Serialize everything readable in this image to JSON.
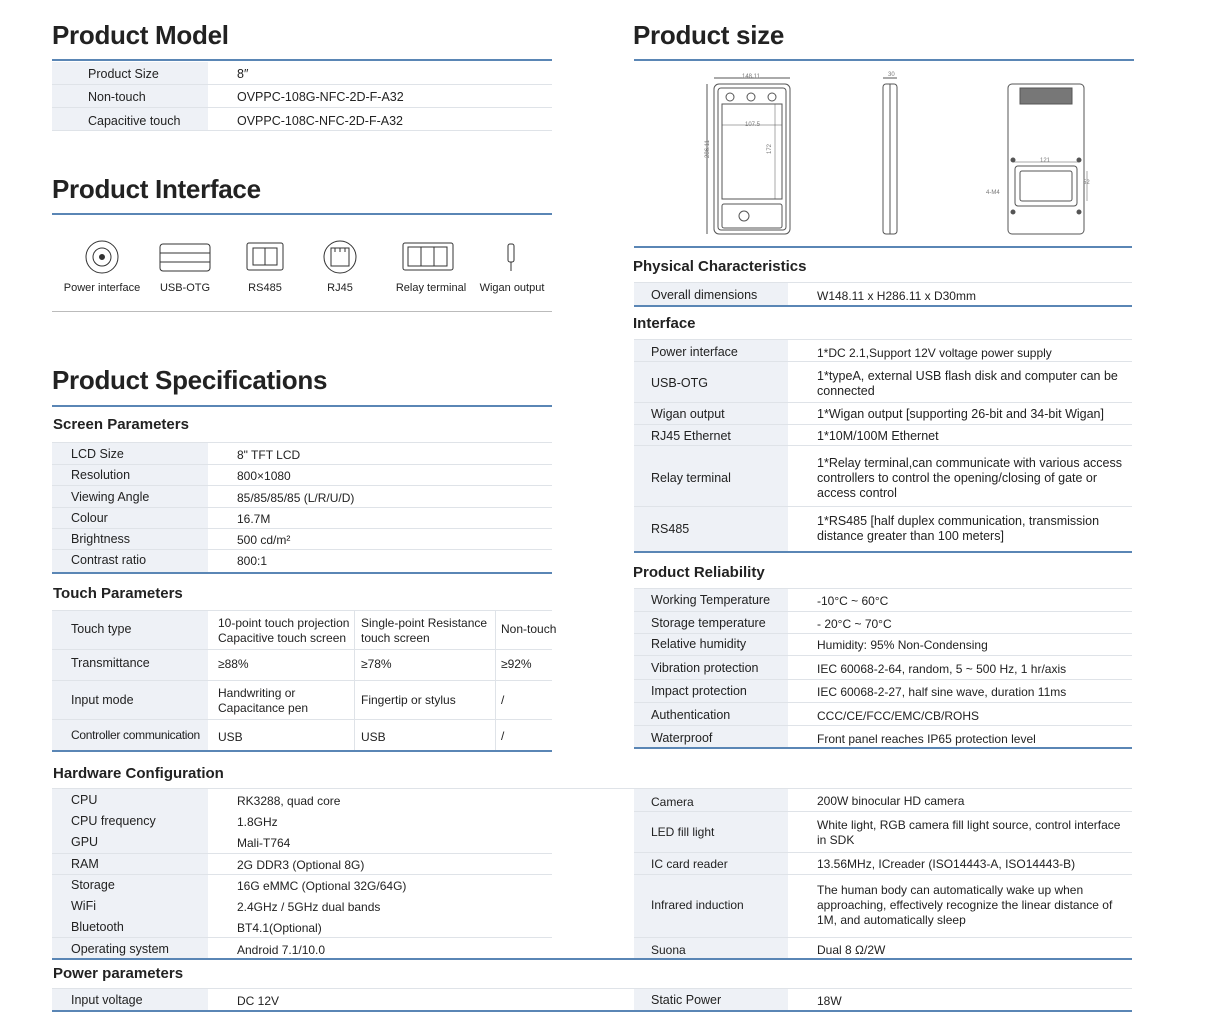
{
  "model": {
    "title": "Product Model",
    "rows": [
      {
        "label": "Product Size",
        "value": "8″"
      },
      {
        "label": "Non-touch",
        "value": "OVPPC-108G-NFC-2D-F-A32"
      },
      {
        "label": "Capacitive touch",
        "value": "OVPPC-108C-NFC-2D-F-A32"
      }
    ]
  },
  "interface_title": "Product Interface",
  "interfaces": [
    {
      "label": "Power interface",
      "icon": "power-port-icon"
    },
    {
      "label": "USB-OTG",
      "icon": "usb-port-icon"
    },
    {
      "label": "RS485",
      "icon": "rs485-port-icon"
    },
    {
      "label": "RJ45",
      "icon": "rj45-port-icon"
    },
    {
      "label": "Relay terminal",
      "icon": "relay-terminal-icon"
    },
    {
      "label": "Wigan output",
      "icon": "wigan-output-icon"
    }
  ],
  "spec_title": "Product Specifications",
  "screen": {
    "title": "Screen Parameters",
    "rows": [
      {
        "label": "LCD Size",
        "value": "8\" TFT LCD"
      },
      {
        "label": "Resolution",
        "value": "800×1080"
      },
      {
        "label": "Viewing Angle",
        "value": "85/85/85/85 (L/R/U/D)"
      },
      {
        "label": "Colour",
        "value": "16.7M"
      },
      {
        "label": "Brightness",
        "value": "500 cd/m²"
      },
      {
        "label": "Contrast ratio",
        "value": "800:1"
      }
    ]
  },
  "touch": {
    "title": "Touch Parameters",
    "rows": [
      {
        "label": "Touch type",
        "c1": "10-point touch projection Capacitive touch screen",
        "c2": "Single-point Resistance touch screen",
        "c3": "Non-touch"
      },
      {
        "label": "Transmittance",
        "c1": "≥88%",
        "c2": "≥78%",
        "c3": "≥92%"
      },
      {
        "label": "Input mode",
        "c1": "Handwriting or Capacitance pen",
        "c2": "Fingertip or stylus",
        "c3": "/"
      },
      {
        "label": "Controller communication",
        "c1": "USB",
        "c2": "USB",
        "c3": "/"
      }
    ]
  },
  "hardware": {
    "title": "Hardware Configuration",
    "left": [
      {
        "label": "CPU",
        "value": "RK3288, quad core"
      },
      {
        "label": "CPU frequency",
        "value": "1.8GHz"
      },
      {
        "label": "GPU",
        "value": "Mali-T764"
      },
      {
        "label": "RAM",
        "value": "2G DDR3 (Optional 8G)"
      },
      {
        "label": "Storage",
        "value": "16G eMMC (Optional 32G/64G)"
      },
      {
        "label": "WiFi",
        "value": "2.4GHz / 5GHz dual bands"
      },
      {
        "label": "Bluetooth",
        "value": "BT4.1(Optional)"
      },
      {
        "label": "Operating system",
        "value": "Android 7.1/10.0"
      }
    ],
    "right": [
      {
        "label": "Camera",
        "value": "200W binocular HD camera"
      },
      {
        "label": "LED fill light",
        "value": "White light, RGB camera fill light source, control interface in SDK"
      },
      {
        "label": "IC card reader",
        "value": "13.56MHz, ICreader (ISO14443-A, ISO14443-B)"
      },
      {
        "label": "Infrared induction",
        "value": "The human body can automatically wake up when approaching, effectively recognize the linear distance of 1M, and automatically sleep"
      },
      {
        "label": "Suona",
        "value": "Dual 8 Ω/2W"
      }
    ]
  },
  "power": {
    "title": "Power parameters",
    "input_label": "Input voltage",
    "input_value": "DC 12V",
    "static_label": "Static Power",
    "static_value": "18W"
  },
  "size": {
    "title": "Product size",
    "dims": {
      "width": "148.11",
      "depth": "30",
      "screen_w": "107.5",
      "screen_h": "172",
      "height": "286.11",
      "hole_w": "121",
      "hole_h": "52",
      "screw": "4-M4"
    }
  },
  "physical": {
    "title": "Physical Characteristics",
    "label": "Overall dimensions",
    "value": "W148.11 x H286.11 x D30mm"
  },
  "iface": {
    "title": "Interface",
    "rows": [
      {
        "label": "Power interface",
        "value": "1*DC 2.1,Support 12V voltage power supply"
      },
      {
        "label": "USB-OTG",
        "value": "1*typeA, external USB flash disk and computer can be connected"
      },
      {
        "label": "Wigan output",
        "value": "1*Wigan output [supporting 26-bit and 34-bit Wigan]"
      },
      {
        "label": "RJ45 Ethernet",
        "value": "1*10M/100M Ethernet"
      },
      {
        "label": "Relay terminal",
        "value": "1*Relay terminal,can communicate with various access controllers to control the opening/closing of gate or access control"
      },
      {
        "label": "RS485",
        "value": "1*RS485 [half duplex communication, transmission distance greater than 100 meters]"
      }
    ]
  },
  "reliability": {
    "title": "Product Reliability",
    "rows": [
      {
        "label": "Working Temperature",
        "value": "-10°C ~ 60°C"
      },
      {
        "label": "Storage temperature",
        "value": "- 20°C ~ 70°C"
      },
      {
        "label": "Relative humidity",
        "value": "Humidity: 95% Non-Condensing"
      },
      {
        "label": "Vibration protection",
        "value": "IEC 60068-2-64, random, 5 ~ 500 Hz, 1 hr/axis"
      },
      {
        "label": "Impact protection",
        "value": "IEC 60068-2-27, half sine wave, duration 11ms"
      },
      {
        "label": "Authentication",
        "value": "CCC/CE/FCC/EMC/CB/ROHS"
      },
      {
        "label": "Waterproof",
        "value": "Front panel reaches IP65 protection level"
      }
    ]
  }
}
